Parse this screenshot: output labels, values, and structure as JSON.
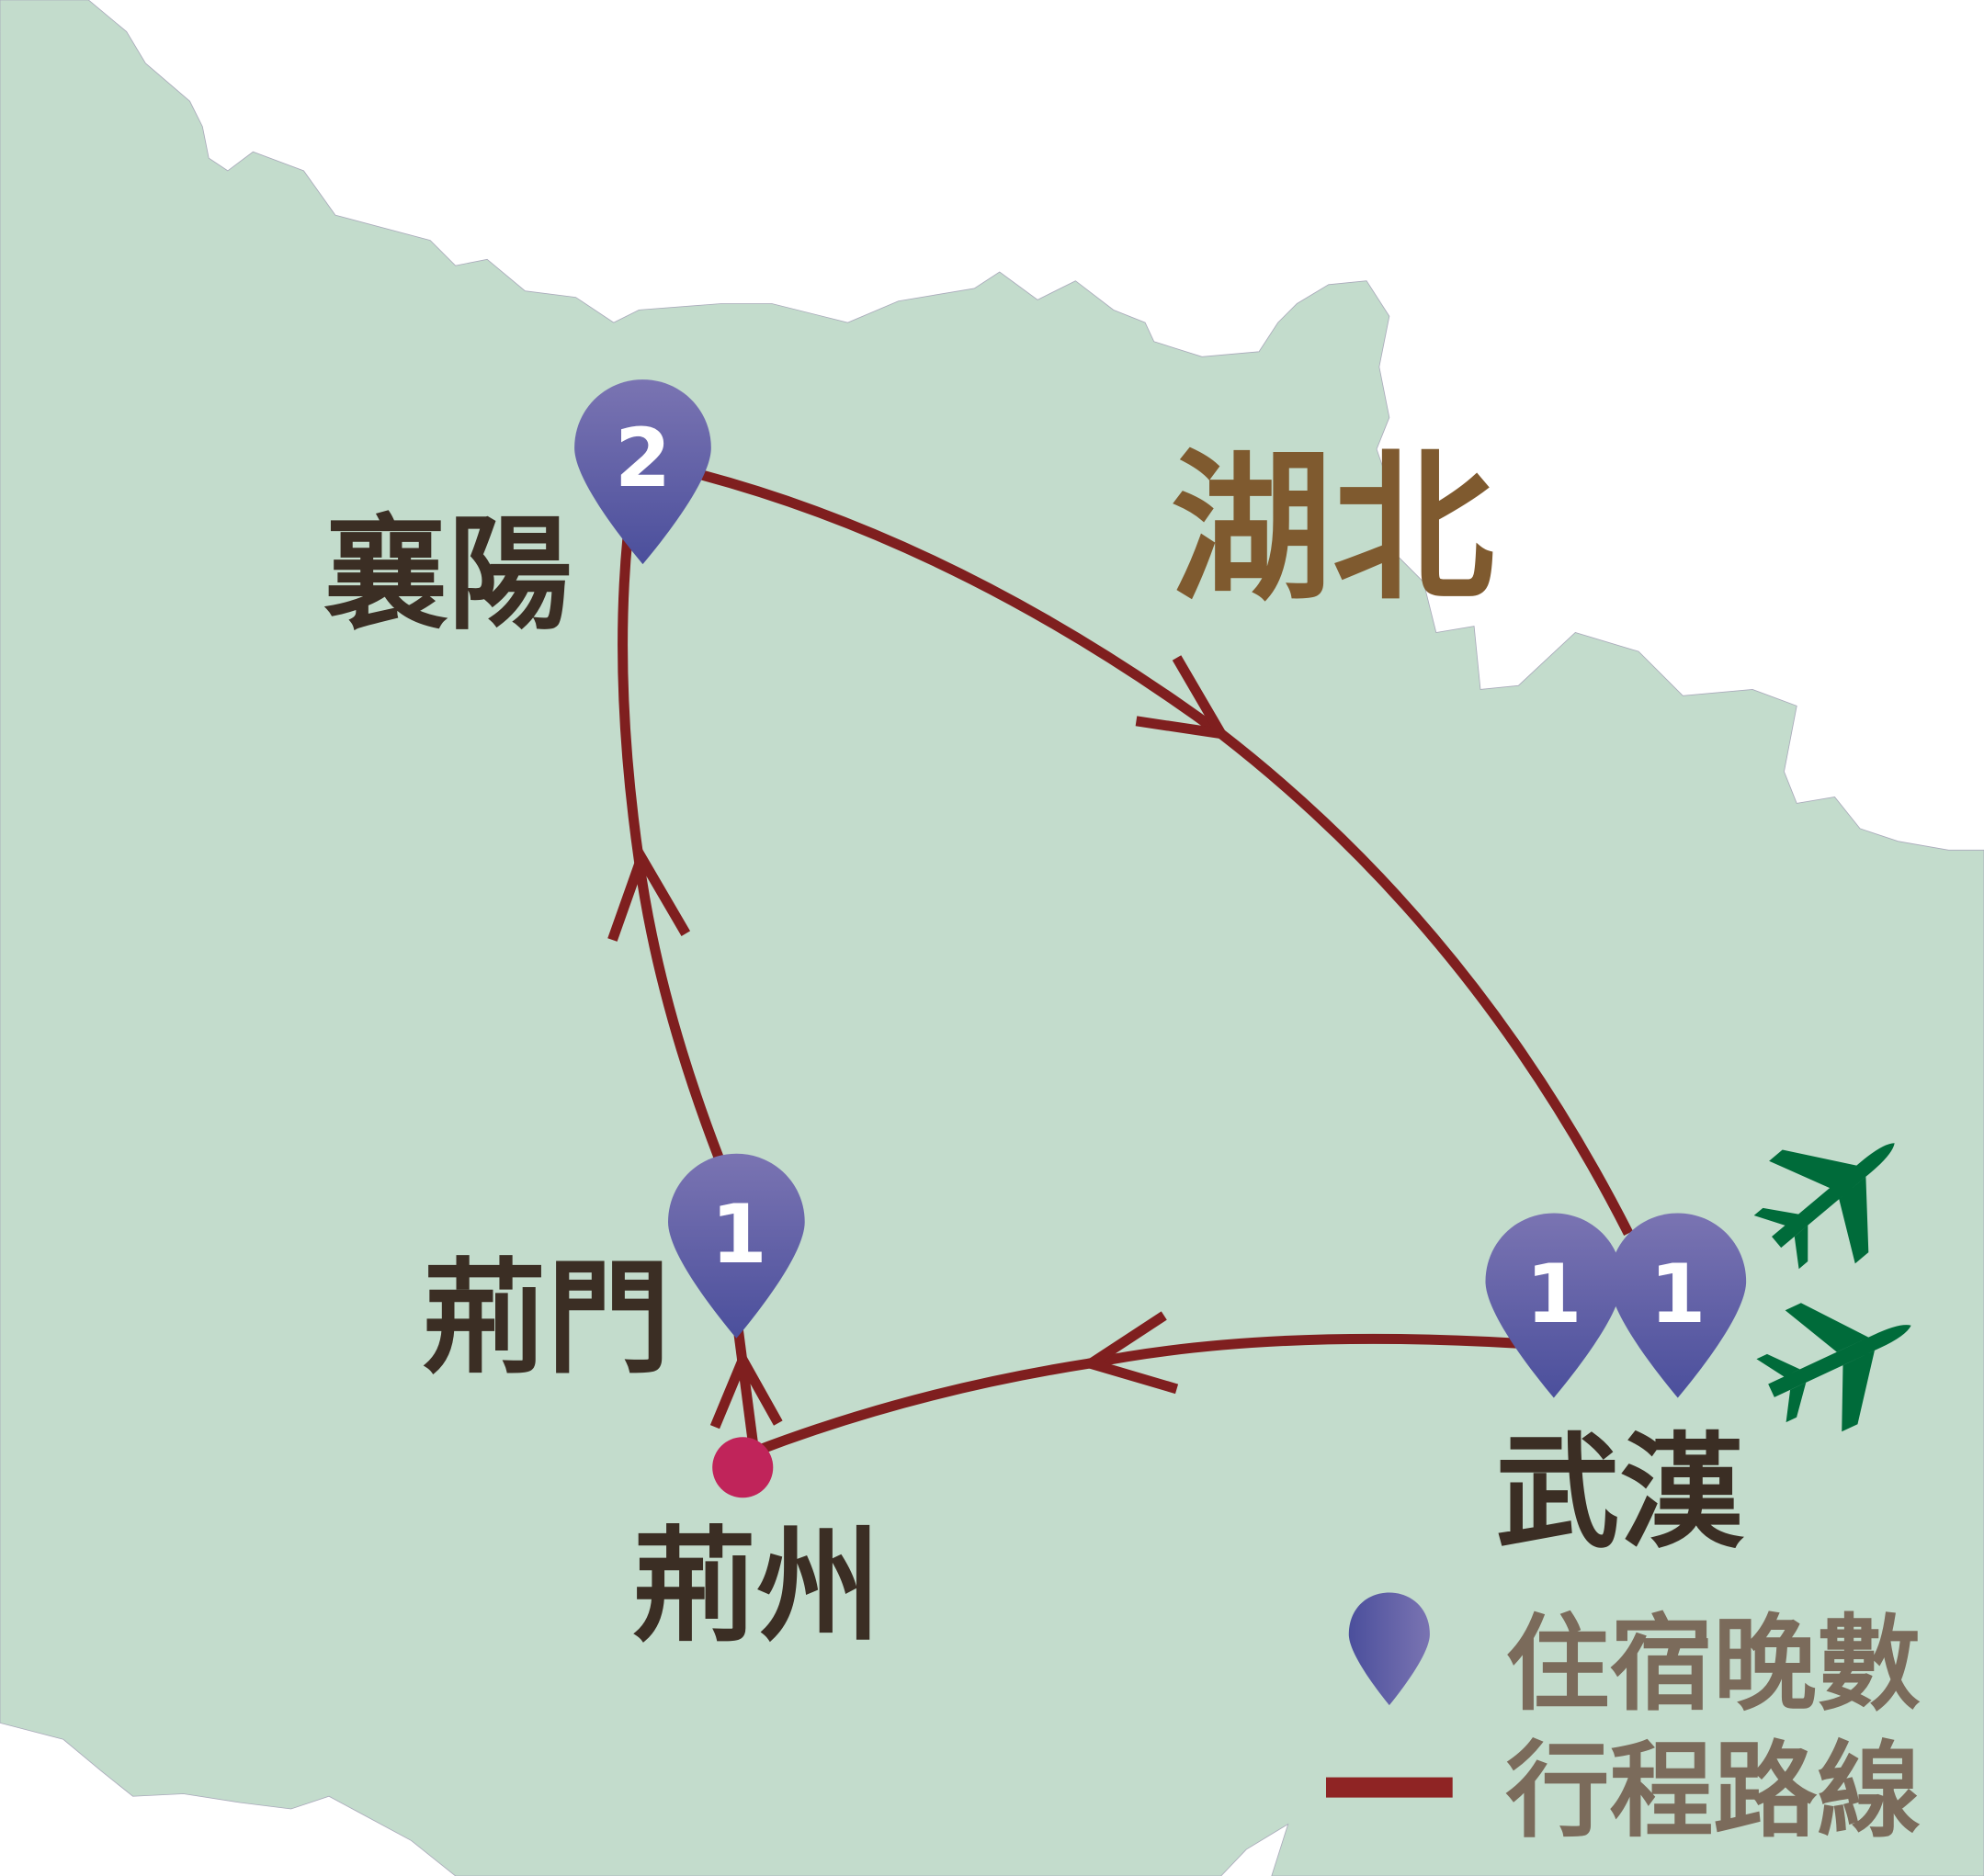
{
  "region_label": "湖北",
  "cities": [
    {
      "name": "襄陽",
      "nights": "2"
    },
    {
      "name": "荊門",
      "nights": "1"
    },
    {
      "name": "荊州"
    },
    {
      "name": "武漢",
      "nights": [
        "1",
        "1"
      ]
    }
  ],
  "legend": {
    "pin_label": "住宿晚數",
    "route_label": "行程路線"
  },
  "colors": {
    "land": "#c3dccc",
    "route": "#7f1f1f",
    "pin": "#5a5ba3",
    "start_dot": "#c0245a",
    "plane": "#006b3a",
    "province_text": "#7f5a2f"
  },
  "icons": [
    "map-pin-icon",
    "airplane-icon"
  ]
}
